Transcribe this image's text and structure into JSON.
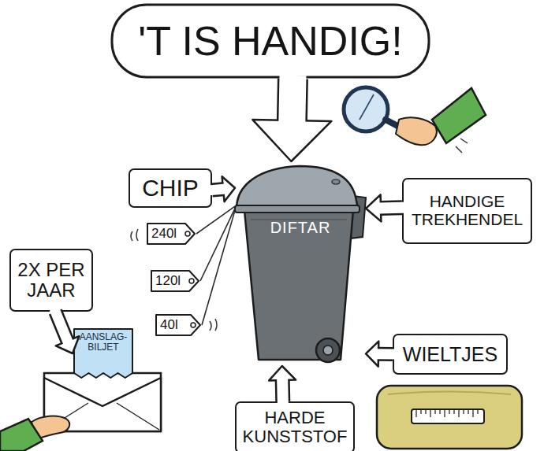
{
  "diagram": {
    "nodes": [
      {
        "text": [
          "'T IS HANDIG!"
        ]
      },
      {
        "text": [
          "CHIP"
        ]
      },
      {
        "text": [
          "DIFTAR"
        ]
      },
      {
        "text": [
          "HANDIGE TREKHENDEL"
        ]
      },
      {
        "text": [
          "240l"
        ]
      },
      {
        "text": [
          "120l"
        ]
      },
      {
        "text": [
          "40l"
        ]
      },
      {
        "text": [
          "2X PER JAAR"
        ]
      },
      {
        "text": [
          "AANSLAG- BILJET"
        ]
      },
      {
        "text": [
          "WIELTJES"
        ]
      },
      {
        "text": [
          "HARDE KUNSTSTOF"
        ]
      }
    ],
    "edges": [
      {
        "from": 0,
        "to": 2,
        "arrow": "to"
      },
      {
        "from": 1,
        "to": 2,
        "arrow": "to"
      },
      {
        "from": 3,
        "to": 2,
        "arrow": "to"
      },
      {
        "from": 4,
        "to": 2,
        "arrow": "none"
      },
      {
        "from": 5,
        "to": 2,
        "arrow": "none"
      },
      {
        "from": 6,
        "to": 2,
        "arrow": "none"
      },
      {
        "from": 7,
        "to": 8,
        "arrow": "to"
      },
      {
        "from": 9,
        "to": 2,
        "arrow": "to"
      },
      {
        "from": 10,
        "to": 2,
        "arrow": "to"
      }
    ]
  }
}
